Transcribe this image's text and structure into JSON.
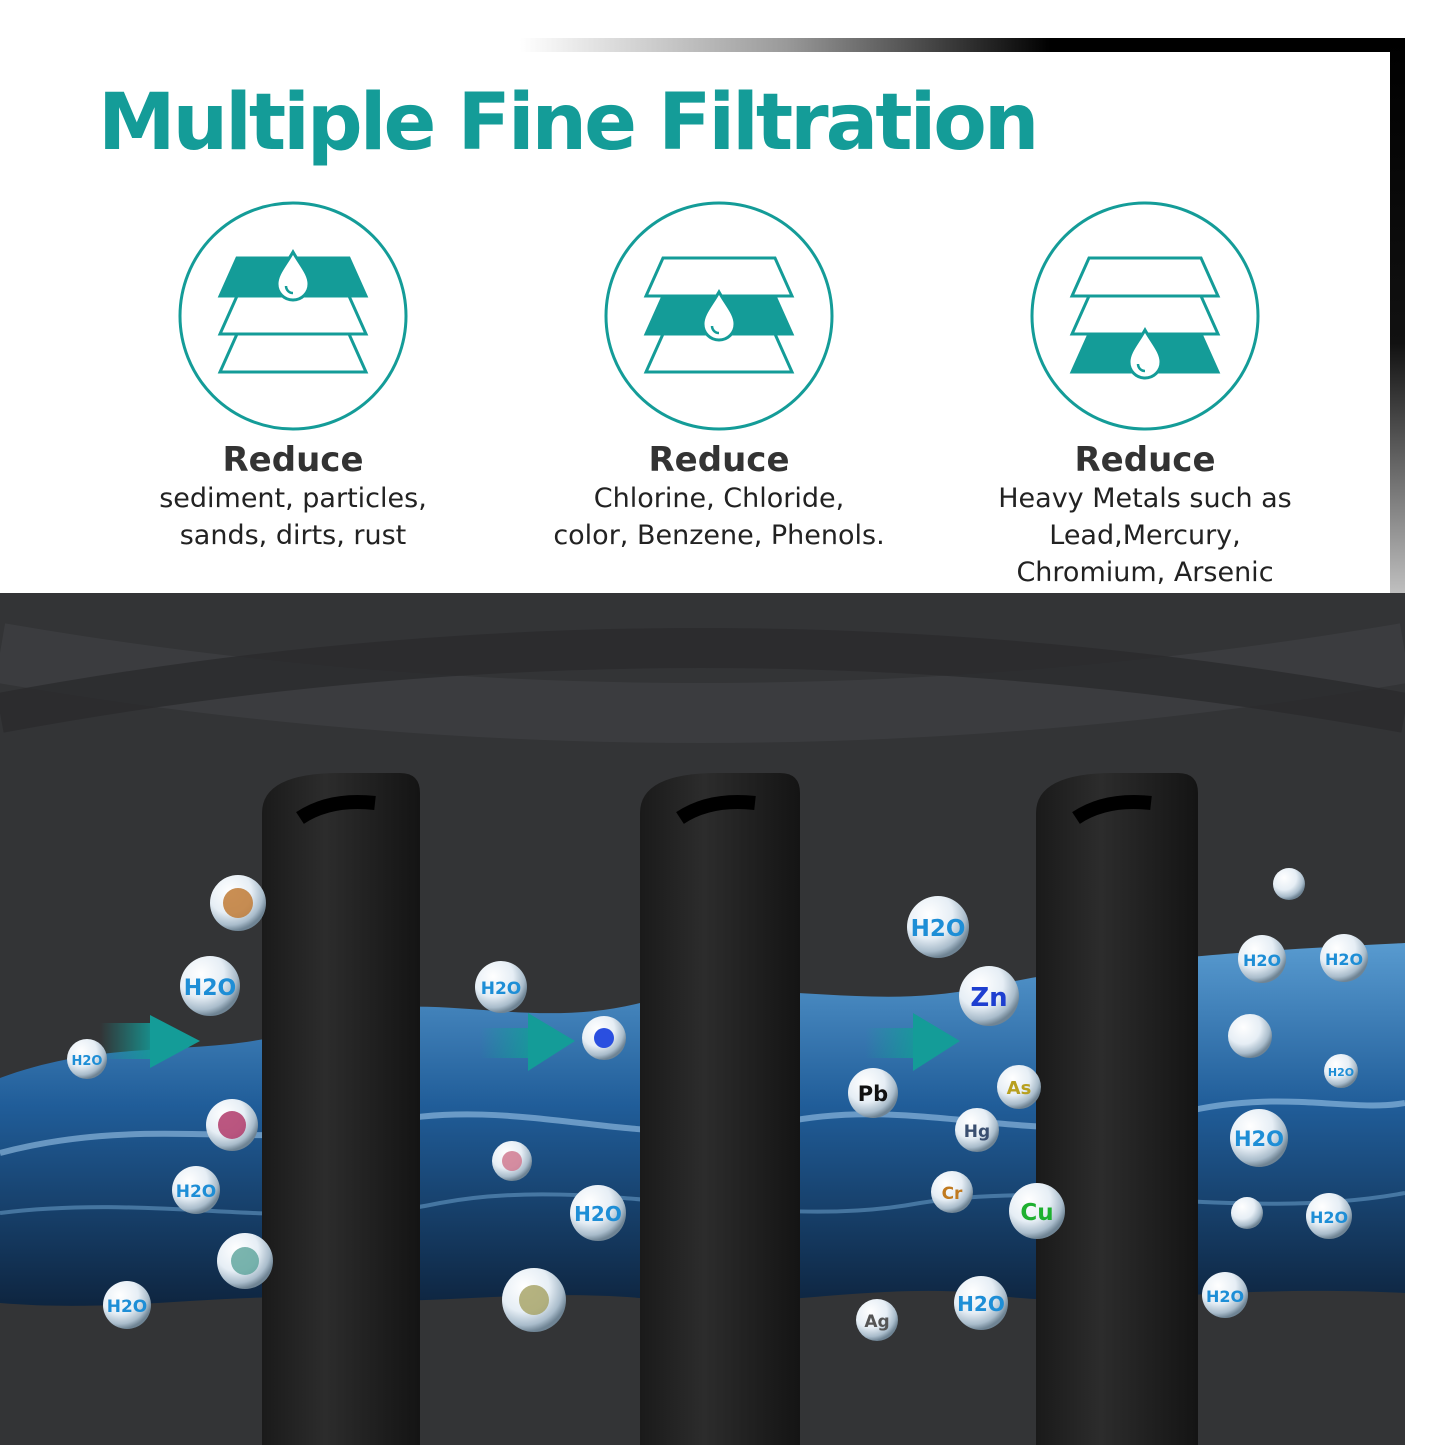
{
  "title": "Multiple Fine Filtration",
  "colors": {
    "teal": "#149c98",
    "text_dark": "#333333",
    "panel_dark": "#333436",
    "water_blue": "#2a6fb0"
  },
  "stages": [
    {
      "icon": "filter-layers-top-icon",
      "heading": "Reduce",
      "lines": [
        "sediment, particles,",
        "sands, dirts, rust"
      ]
    },
    {
      "icon": "filter-layers-middle-icon",
      "heading": "Reduce",
      "lines": [
        "Chlorine, Chloride,",
        "color, Benzene, Phenols."
      ]
    },
    {
      "icon": "filter-layers-bottom-icon",
      "heading": "Reduce",
      "lines": [
        "Heavy Metals such as",
        "Lead,Mercury,",
        "Chromium, Arsenic"
      ]
    }
  ],
  "molecules": {
    "h2o": "H2O",
    "zn": "Zn",
    "pb": "Pb",
    "as": "As",
    "hg": "Hg",
    "cr": "Cr",
    "cu": "Cu",
    "ag": "Ag"
  }
}
